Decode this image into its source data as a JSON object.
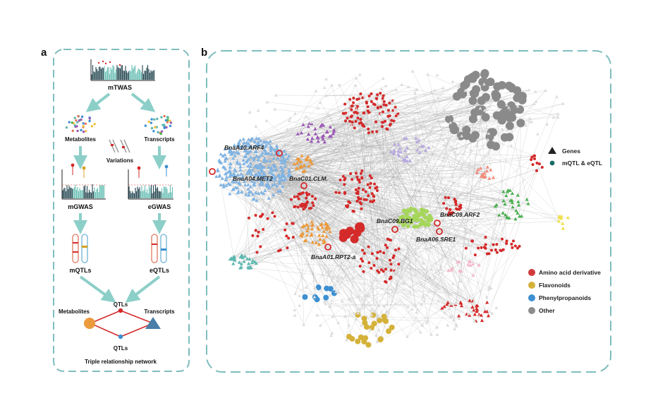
{
  "panel_a": {
    "letter": "a",
    "mtwas": "mTWAS",
    "metabolites": "Metabolites",
    "transcripts": "Transcripts",
    "variations": "Variations",
    "mgwas": "mGWAS",
    "egwas": "eGWAS",
    "mqtls": "mQTLs",
    "eqtls": "eQTLs",
    "qtls_top": "QTLs",
    "qtls_bottom": "QTLs",
    "net_metabolites": "Metabolites",
    "net_transcripts": "Transcripts",
    "footer": "Triple relationship network"
  },
  "panel_b": {
    "letter": "b",
    "genes": [
      {
        "label": "BnaA10.ARF4"
      },
      {
        "label": "BnaA04.MET2"
      },
      {
        "label": "BnaC01.CLM."
      },
      {
        "label": "BnaC09.BG1"
      },
      {
        "label": "BnaC09.ARF2"
      },
      {
        "label": "BnaA06.SRE1"
      },
      {
        "label": "BnaA01.RPT2-a"
      }
    ],
    "legend_top": [
      {
        "label": "Genes",
        "symbol": "triangle",
        "color": "#222222"
      },
      {
        "label": "mQTL & eQTL",
        "symbol": "dot",
        "color": "#1a6b66"
      }
    ],
    "legend_classes": [
      {
        "label": "Amino acid derivative",
        "color": "#d13b3b"
      },
      {
        "label": "Flavonoids",
        "color": "#d4b23a"
      },
      {
        "label": "Phenylpropanoids",
        "color": "#3d8fd1"
      },
      {
        "label": "Other",
        "color": "#8c8c8c"
      }
    ]
  },
  "colors": {
    "frame": "#7fbdbd",
    "arrow": "#8ccfc8",
    "teal": "#5fb8b0",
    "red": "#d42a2a",
    "grey": "#8a8a8a",
    "blue": "#7fb3e3",
    "purple": "#9b59b6",
    "orange": "#eb9a3c",
    "lime": "#a5d65a",
    "green": "#4caf50",
    "lavender": "#b8a9e0",
    "salmon": "#f28b7a",
    "pink": "#f4b8c8",
    "yellow": "#f0e04a",
    "gold": "#d4b23a",
    "phenyl": "#3d8fd1"
  }
}
